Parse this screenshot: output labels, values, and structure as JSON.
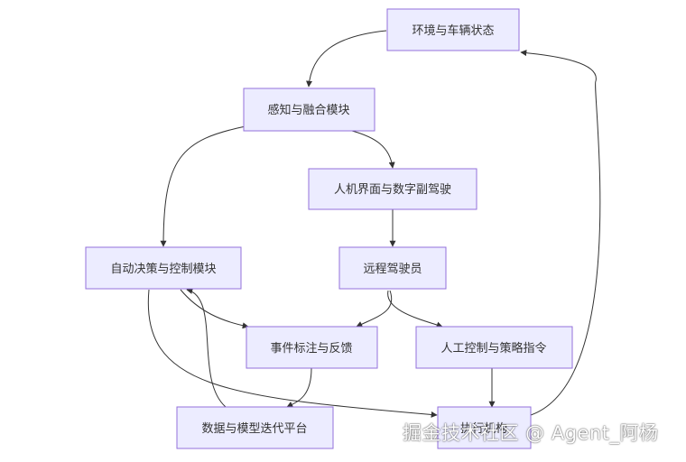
{
  "nodes": {
    "env": "环境与车辆状态",
    "perception": "感知与融合模块",
    "hmi": "人机界面与数字副驾驶",
    "autonomy": "自动决策与控制模块",
    "remote": "远程驾驶员",
    "events": "事件标注与反馈",
    "manual": "人工控制与策略指令",
    "platform": "数据与模型迭代平台",
    "actuator": "执行机构"
  },
  "watermark": "掘金技术社区 @ Agent_阿杨",
  "colors": {
    "node_fill": "#ececff",
    "node_stroke": "#9370db",
    "edge": "#333333",
    "text": "#333333"
  }
}
